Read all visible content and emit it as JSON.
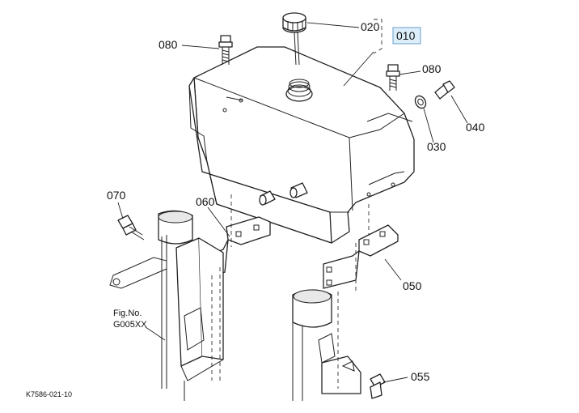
{
  "diagram": {
    "callouts": {
      "p010": "010",
      "p020": "020",
      "p030": "030",
      "p040": "040",
      "p050": "050",
      "p055": "055",
      "p060": "060",
      "p070": "070",
      "p080_left": "080",
      "p080_right": "080"
    },
    "figure_ref": {
      "line1": "Fig.No.",
      "line2": "G005XX"
    },
    "drawing_code": "K7586-021-10"
  }
}
